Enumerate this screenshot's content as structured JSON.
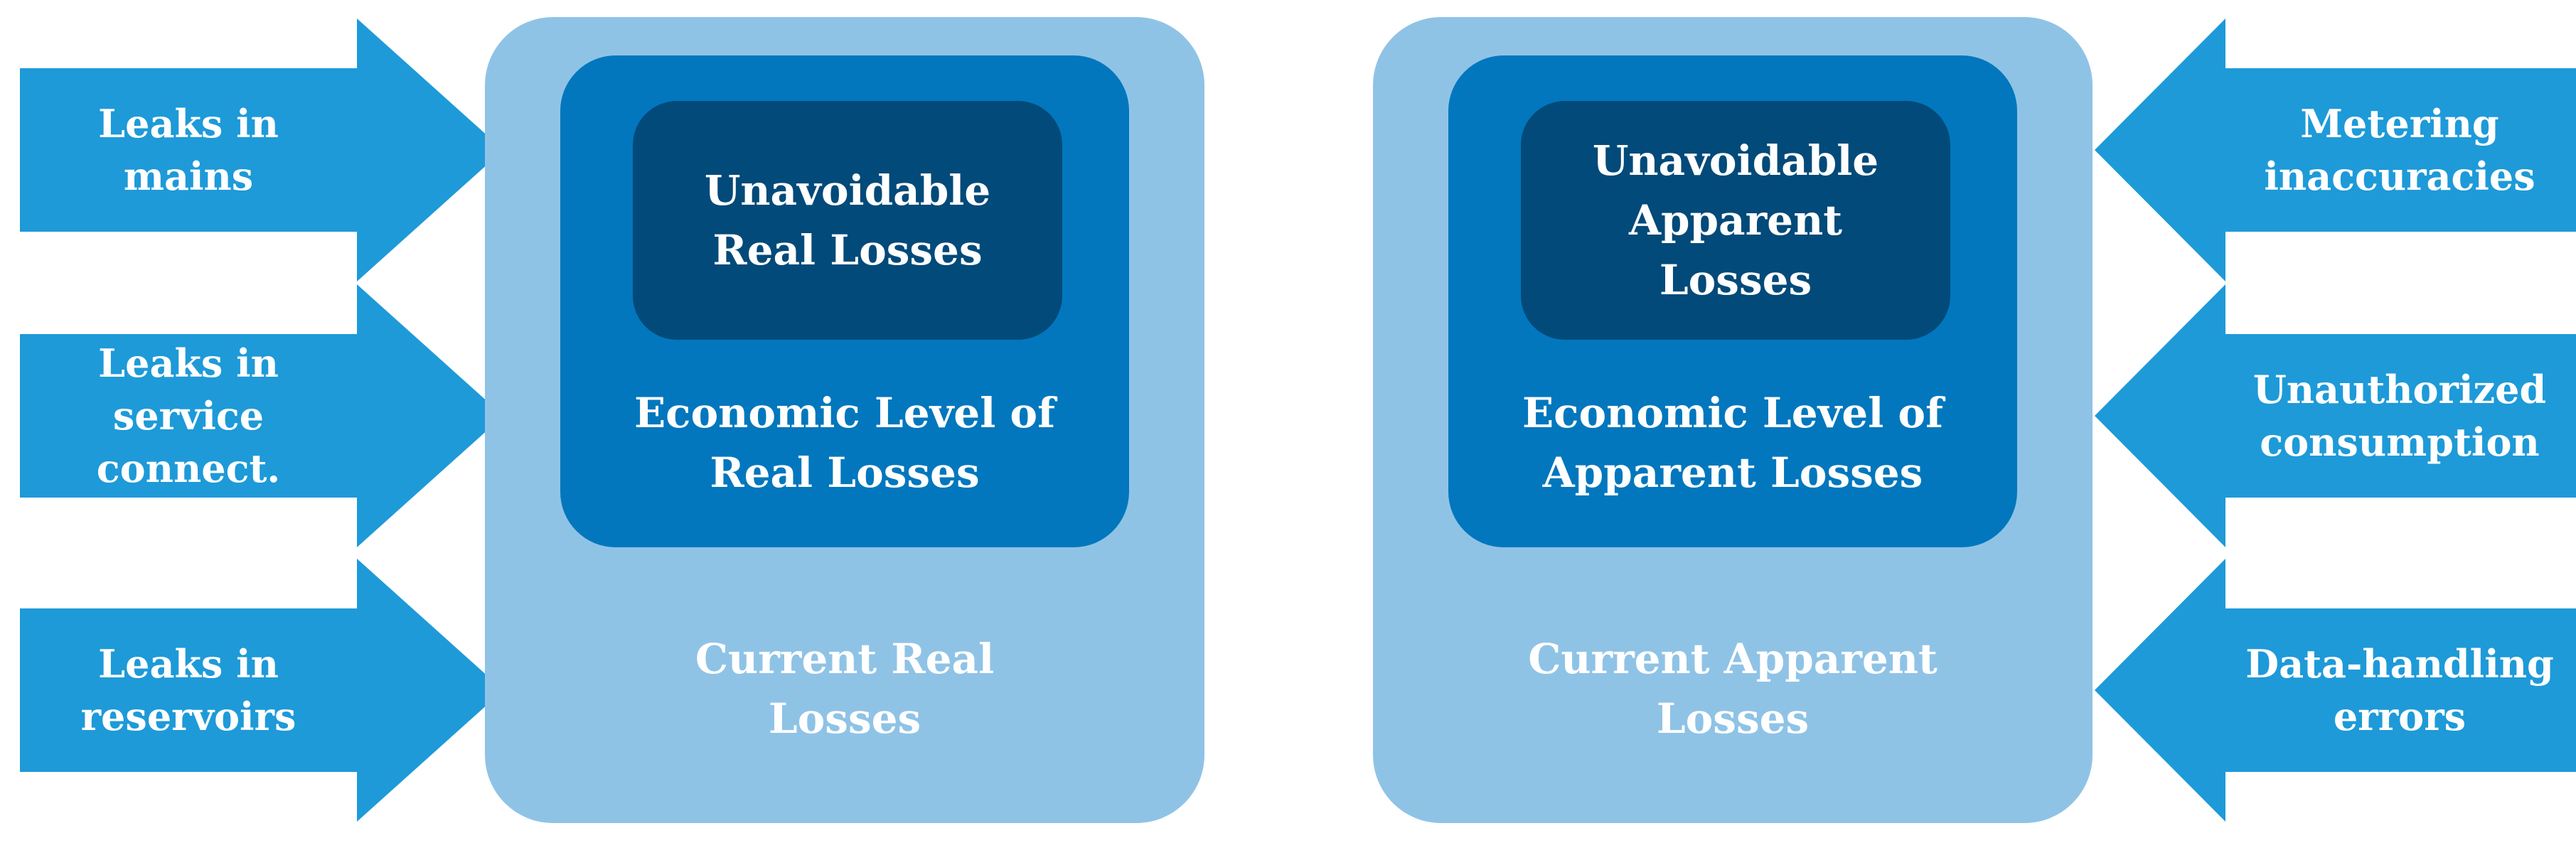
{
  "colors": {
    "arrow": "#1e9ad8",
    "outer_box": "#8fc3e6",
    "middle_box": "#0277bd",
    "inner_box": "#024a79",
    "text": "#ffffff"
  },
  "real_losses": {
    "inner_label": "Unavoidable\nReal Losses",
    "economic_label": "Economic Level of\nReal Losses",
    "current_label": "Current Real\nLosses",
    "arrows": [
      {
        "label": "Leaks in\nmains"
      },
      {
        "label": "Leaks in\nservice connect."
      },
      {
        "label": "Leaks in\nreservoirs"
      }
    ]
  },
  "apparent_losses": {
    "inner_label": "Unavoidable\nApparent\nLosses",
    "economic_label": "Economic Level of\nApparent Losses",
    "current_label": "Current Apparent\nLosses",
    "arrows": [
      {
        "label": "Metering\ninaccuracies"
      },
      {
        "label": "Unauthorized\nconsumption"
      },
      {
        "label": "Data-handling\nerrors"
      }
    ]
  }
}
